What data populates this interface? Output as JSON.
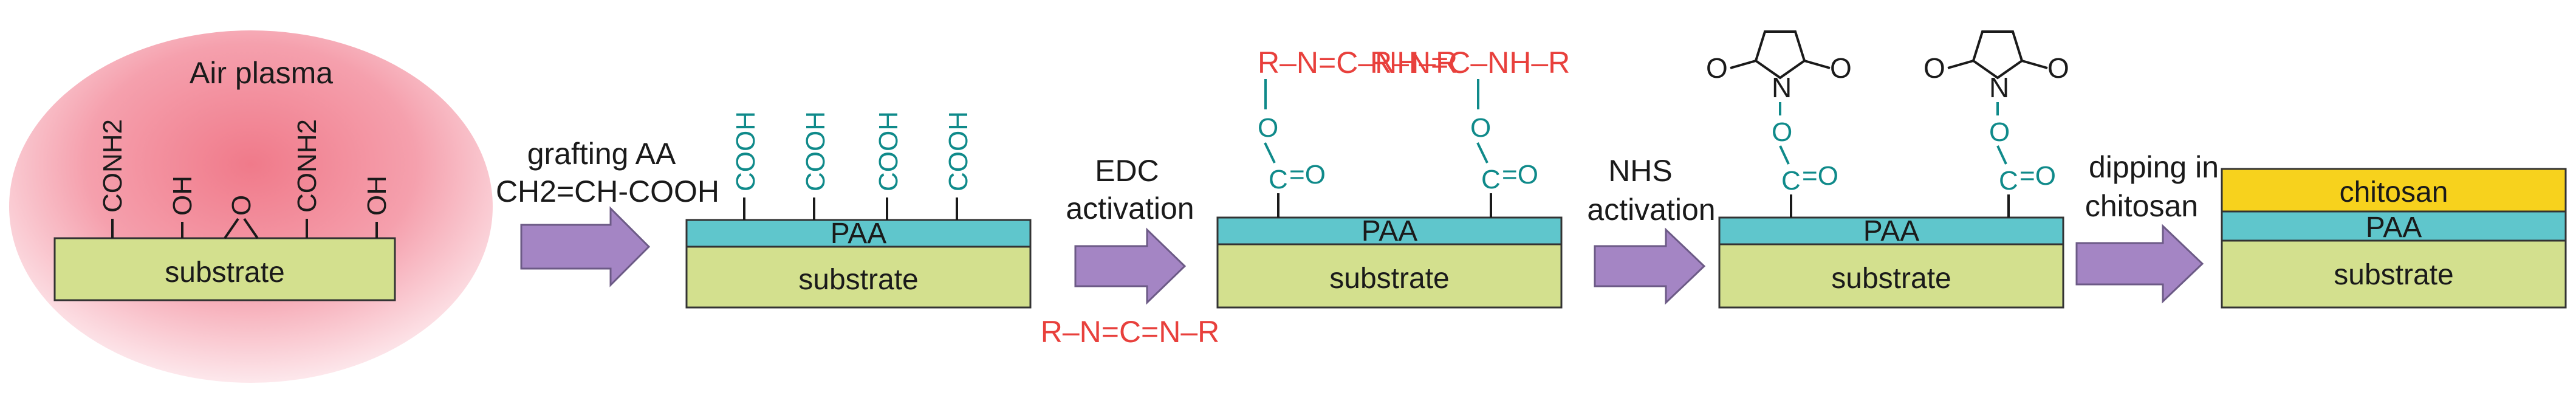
{
  "colors": {
    "substrate": "#d3e08e",
    "paa": "#5fc6cc",
    "chitosan": "#f7d21d",
    "plasma": "#f07a8a",
    "teal_groups": "#0f8a8a",
    "red_reagent": "#e8403c",
    "arrow": "#a485c4"
  },
  "step1": {
    "title": "Air plasma",
    "substrate": "substrate",
    "groups": [
      "CONH2",
      "OH",
      "O",
      "CONH2",
      "OH"
    ]
  },
  "arrow1": {
    "line1": "grafting AA",
    "line2": "CH2=CH-COOH"
  },
  "step2": {
    "groups": [
      "COOH",
      "COOH",
      "COOH",
      "COOH"
    ],
    "paa": "PAA",
    "substrate": "substrate"
  },
  "arrow2": {
    "line1": "EDC",
    "line2": "activation",
    "reagent": "R–N=C=N–R"
  },
  "step3": {
    "reagent_label": "R–N=C–NH–R",
    "o_label": "O",
    "c_label": "C",
    "eq_o": "=O",
    "paa": "PAA",
    "substrate": "substrate"
  },
  "arrow3": {
    "line1": "NHS",
    "line2": "activation"
  },
  "step4": {
    "n_label": "N",
    "o_label": "O",
    "c_label": "C",
    "eq_o": "=O",
    "paa": "PAA",
    "substrate": "substrate"
  },
  "arrow4": {
    "line1": "dipping in",
    "line2": "chitosan"
  },
  "step5": {
    "chitosan": "chitosan",
    "paa": "PAA",
    "substrate": "substrate"
  }
}
